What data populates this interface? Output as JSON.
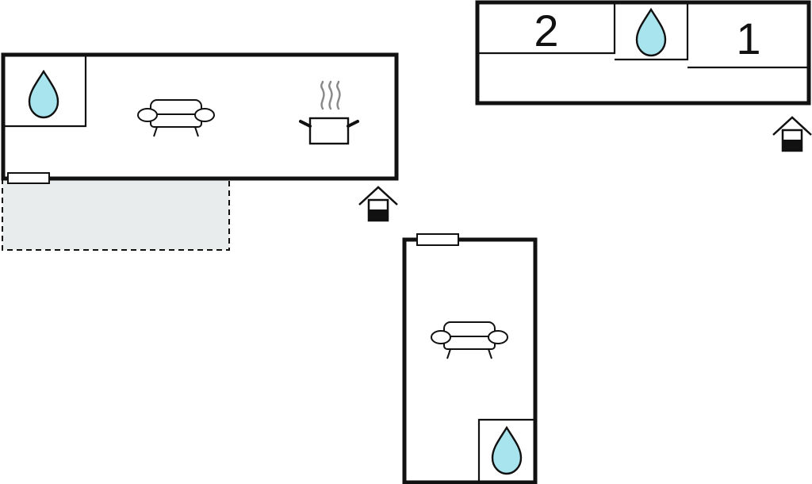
{
  "colors": {
    "water": "#a8e4ee",
    "terrace": "#e8ecec",
    "wall": "#111111"
  },
  "bedrooms": [
    {
      "label": "2"
    },
    {
      "label": "1"
    }
  ],
  "icons": {
    "bathroom": "water-drop-icon",
    "living": "sofa-icon",
    "kitchen": "cooking-pot-icon",
    "entrance": "house-entrance-icon",
    "window": "window-mark",
    "terrace": "terrace-dashed-area"
  }
}
